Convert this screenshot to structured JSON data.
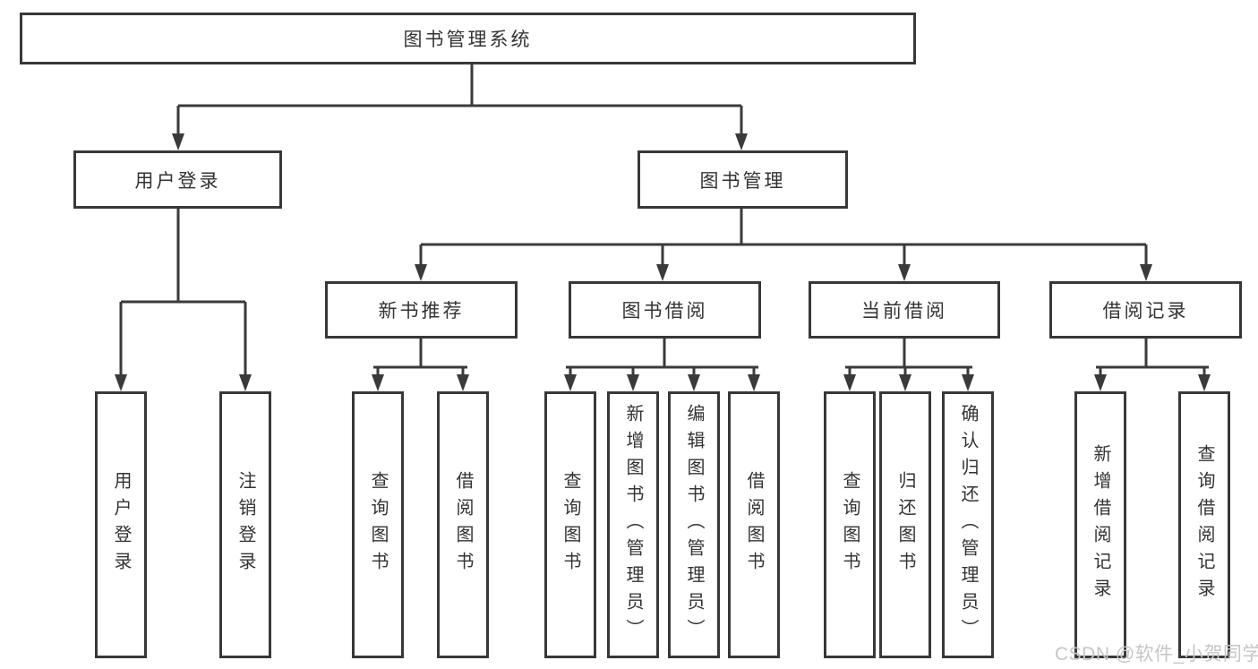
{
  "tree": {
    "root": "图书管理系统",
    "branches": [
      {
        "label": "用户登录",
        "leaves": [
          "用户登录",
          "注销登录"
        ]
      },
      {
        "label": "图书管理",
        "groups": [
          {
            "label": "新书推荐",
            "leaves": [
              "查询图书",
              "借阅图书"
            ]
          },
          {
            "label": "图书借阅",
            "leaves": [
              "查询图书",
              "新增图书（管理员）",
              "编辑图书（管理员）",
              "借阅图书"
            ]
          },
          {
            "label": "当前借阅",
            "leaves": [
              "查询图书",
              "归还图书",
              "确认归还（管理员）"
            ]
          },
          {
            "label": "借阅记录",
            "leaves": [
              "新增借阅记录",
              "查询借阅记录"
            ]
          }
        ]
      }
    ]
  },
  "watermark": "CSDN @软件_小贺同学",
  "colors": {
    "line": "#3a3a3a",
    "box_border": "#383838",
    "text": "#333333",
    "watermark": "#c6c6c6",
    "background": "#ffffff"
  }
}
